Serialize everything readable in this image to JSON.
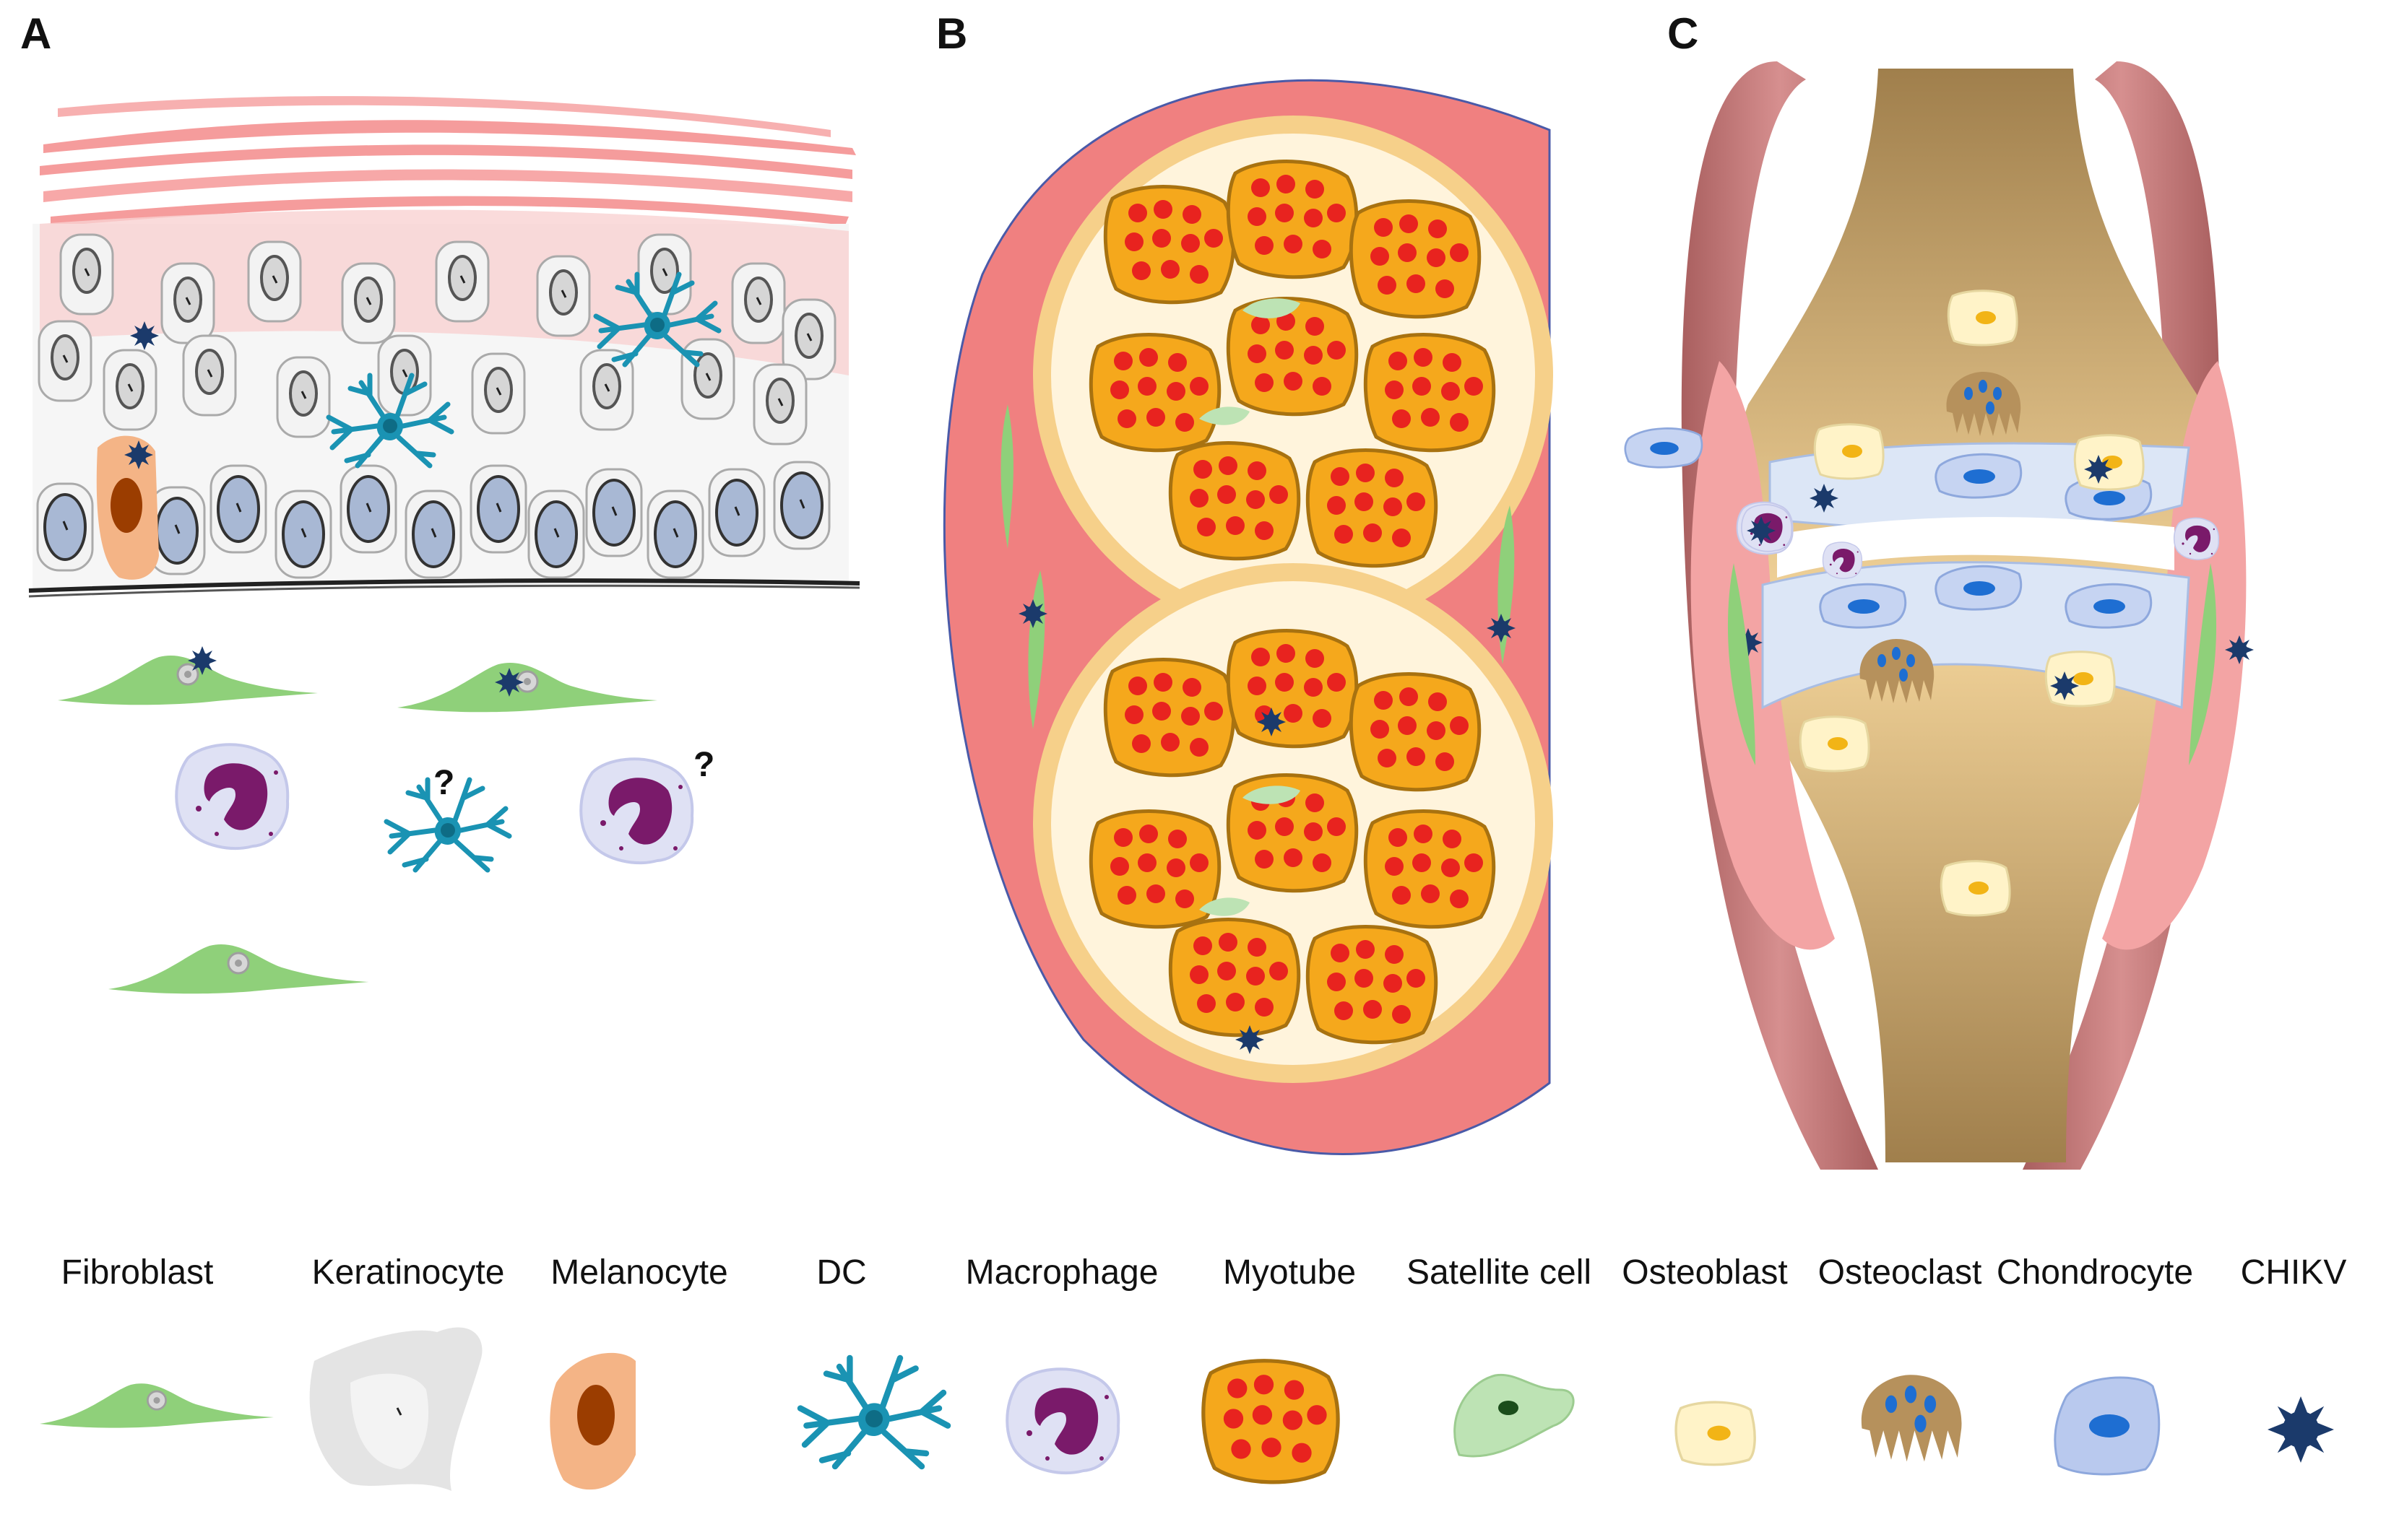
{
  "panels": {
    "a": "A",
    "b": "B",
    "c": "C"
  },
  "annotations": {
    "unknown_marker": "?"
  },
  "legend": [
    {
      "label": "Fibroblast",
      "icon": "fibroblast-icon"
    },
    {
      "label": "Keratinocyte",
      "icon": "keratinocyte-icon"
    },
    {
      "label": "Melanocyte",
      "icon": "melanocyte-icon"
    },
    {
      "label": "DC",
      "icon": "dendritic-cell-icon"
    },
    {
      "label": "Macrophage",
      "icon": "macrophage-icon"
    },
    {
      "label": "Myotube",
      "icon": "myotube-icon"
    },
    {
      "label": "Satellite cell",
      "icon": "satellite-cell-icon"
    },
    {
      "label": "Osteoblast",
      "icon": "osteoblast-icon"
    },
    {
      "label": "Osteoclast",
      "icon": "osteoclast-icon"
    },
    {
      "label": "Chondrocyte",
      "icon": "chondrocyte-icon"
    },
    {
      "label": "CHIKV",
      "icon": "chikv-virus-icon"
    }
  ],
  "colors": {
    "fibroblast": "#8fd07a",
    "keratinocyte": "#e4e4e4",
    "melanocyte": "#f4b486",
    "dc": "#1a93b3",
    "macrophage": "#d9dcf2",
    "macrophage_nucleus": "#7a1a6a",
    "myotube": "#f5a81c",
    "myotube_nuclei": "#e8231f",
    "satellite": "#bde3b4",
    "osteoblast": "#fff3c8",
    "osteoclast": "#b6915c",
    "chondrocyte": "#b9c9ee",
    "chikv": "#1b3a6b",
    "dermis": "#f59c9c",
    "muscle_sheath": "#f08080",
    "synovium": "#c77c7c"
  }
}
